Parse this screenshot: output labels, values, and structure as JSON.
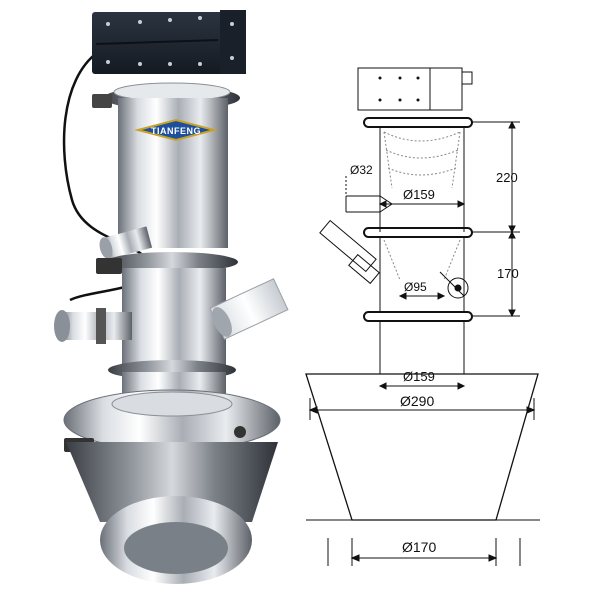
{
  "product": {
    "brand_label": "TIANFENG"
  },
  "drawing": {
    "dimensions": {
      "inlet_diameter": "Ø32",
      "body_diameter_upper": "Ø159",
      "outlet_diameter": "Ø95",
      "body_diameter_lower": "Ø159",
      "hopper_top_diameter": "Ø290",
      "hopper_bottom_diameter": "Ø170",
      "upper_height": "220",
      "lower_height": "170"
    }
  },
  "colors": {
    "steel_light": "#eef0f2",
    "steel_mid": "#b8bcc2",
    "steel_dark": "#5a5f66",
    "motor_block": "#1f2630",
    "badge_blue": "#1e4f9c",
    "badge_gold": "#c9a227",
    "line": "#111111"
  }
}
